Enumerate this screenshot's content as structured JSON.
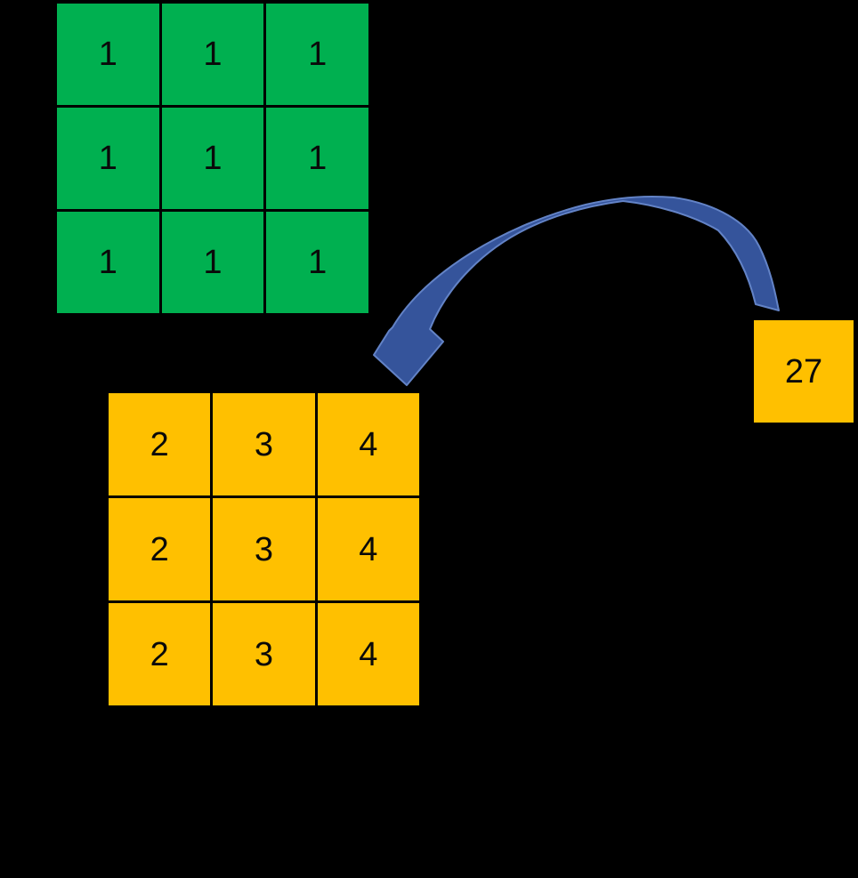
{
  "canvas": {
    "background_color": "#000000"
  },
  "diagram": {
    "kernel_grid": {
      "fill_color": "#00B050",
      "line_color": "#000000",
      "rows": [
        [
          "1",
          "1",
          "1"
        ],
        [
          "1",
          "1",
          "1"
        ],
        [
          "1",
          "1",
          "1"
        ]
      ]
    },
    "patch_grid": {
      "fill_color": "#FFC000",
      "line_color": "#000000",
      "rows": [
        [
          "2",
          "3",
          "4"
        ],
        [
          "2",
          "3",
          "4"
        ],
        [
          "2",
          "3",
          "4"
        ]
      ]
    },
    "result_box": {
      "fill_color": "#FFC000",
      "value": "27"
    },
    "arrow": {
      "fill_color": "#35549B",
      "edge_color": "#6383C6"
    }
  }
}
